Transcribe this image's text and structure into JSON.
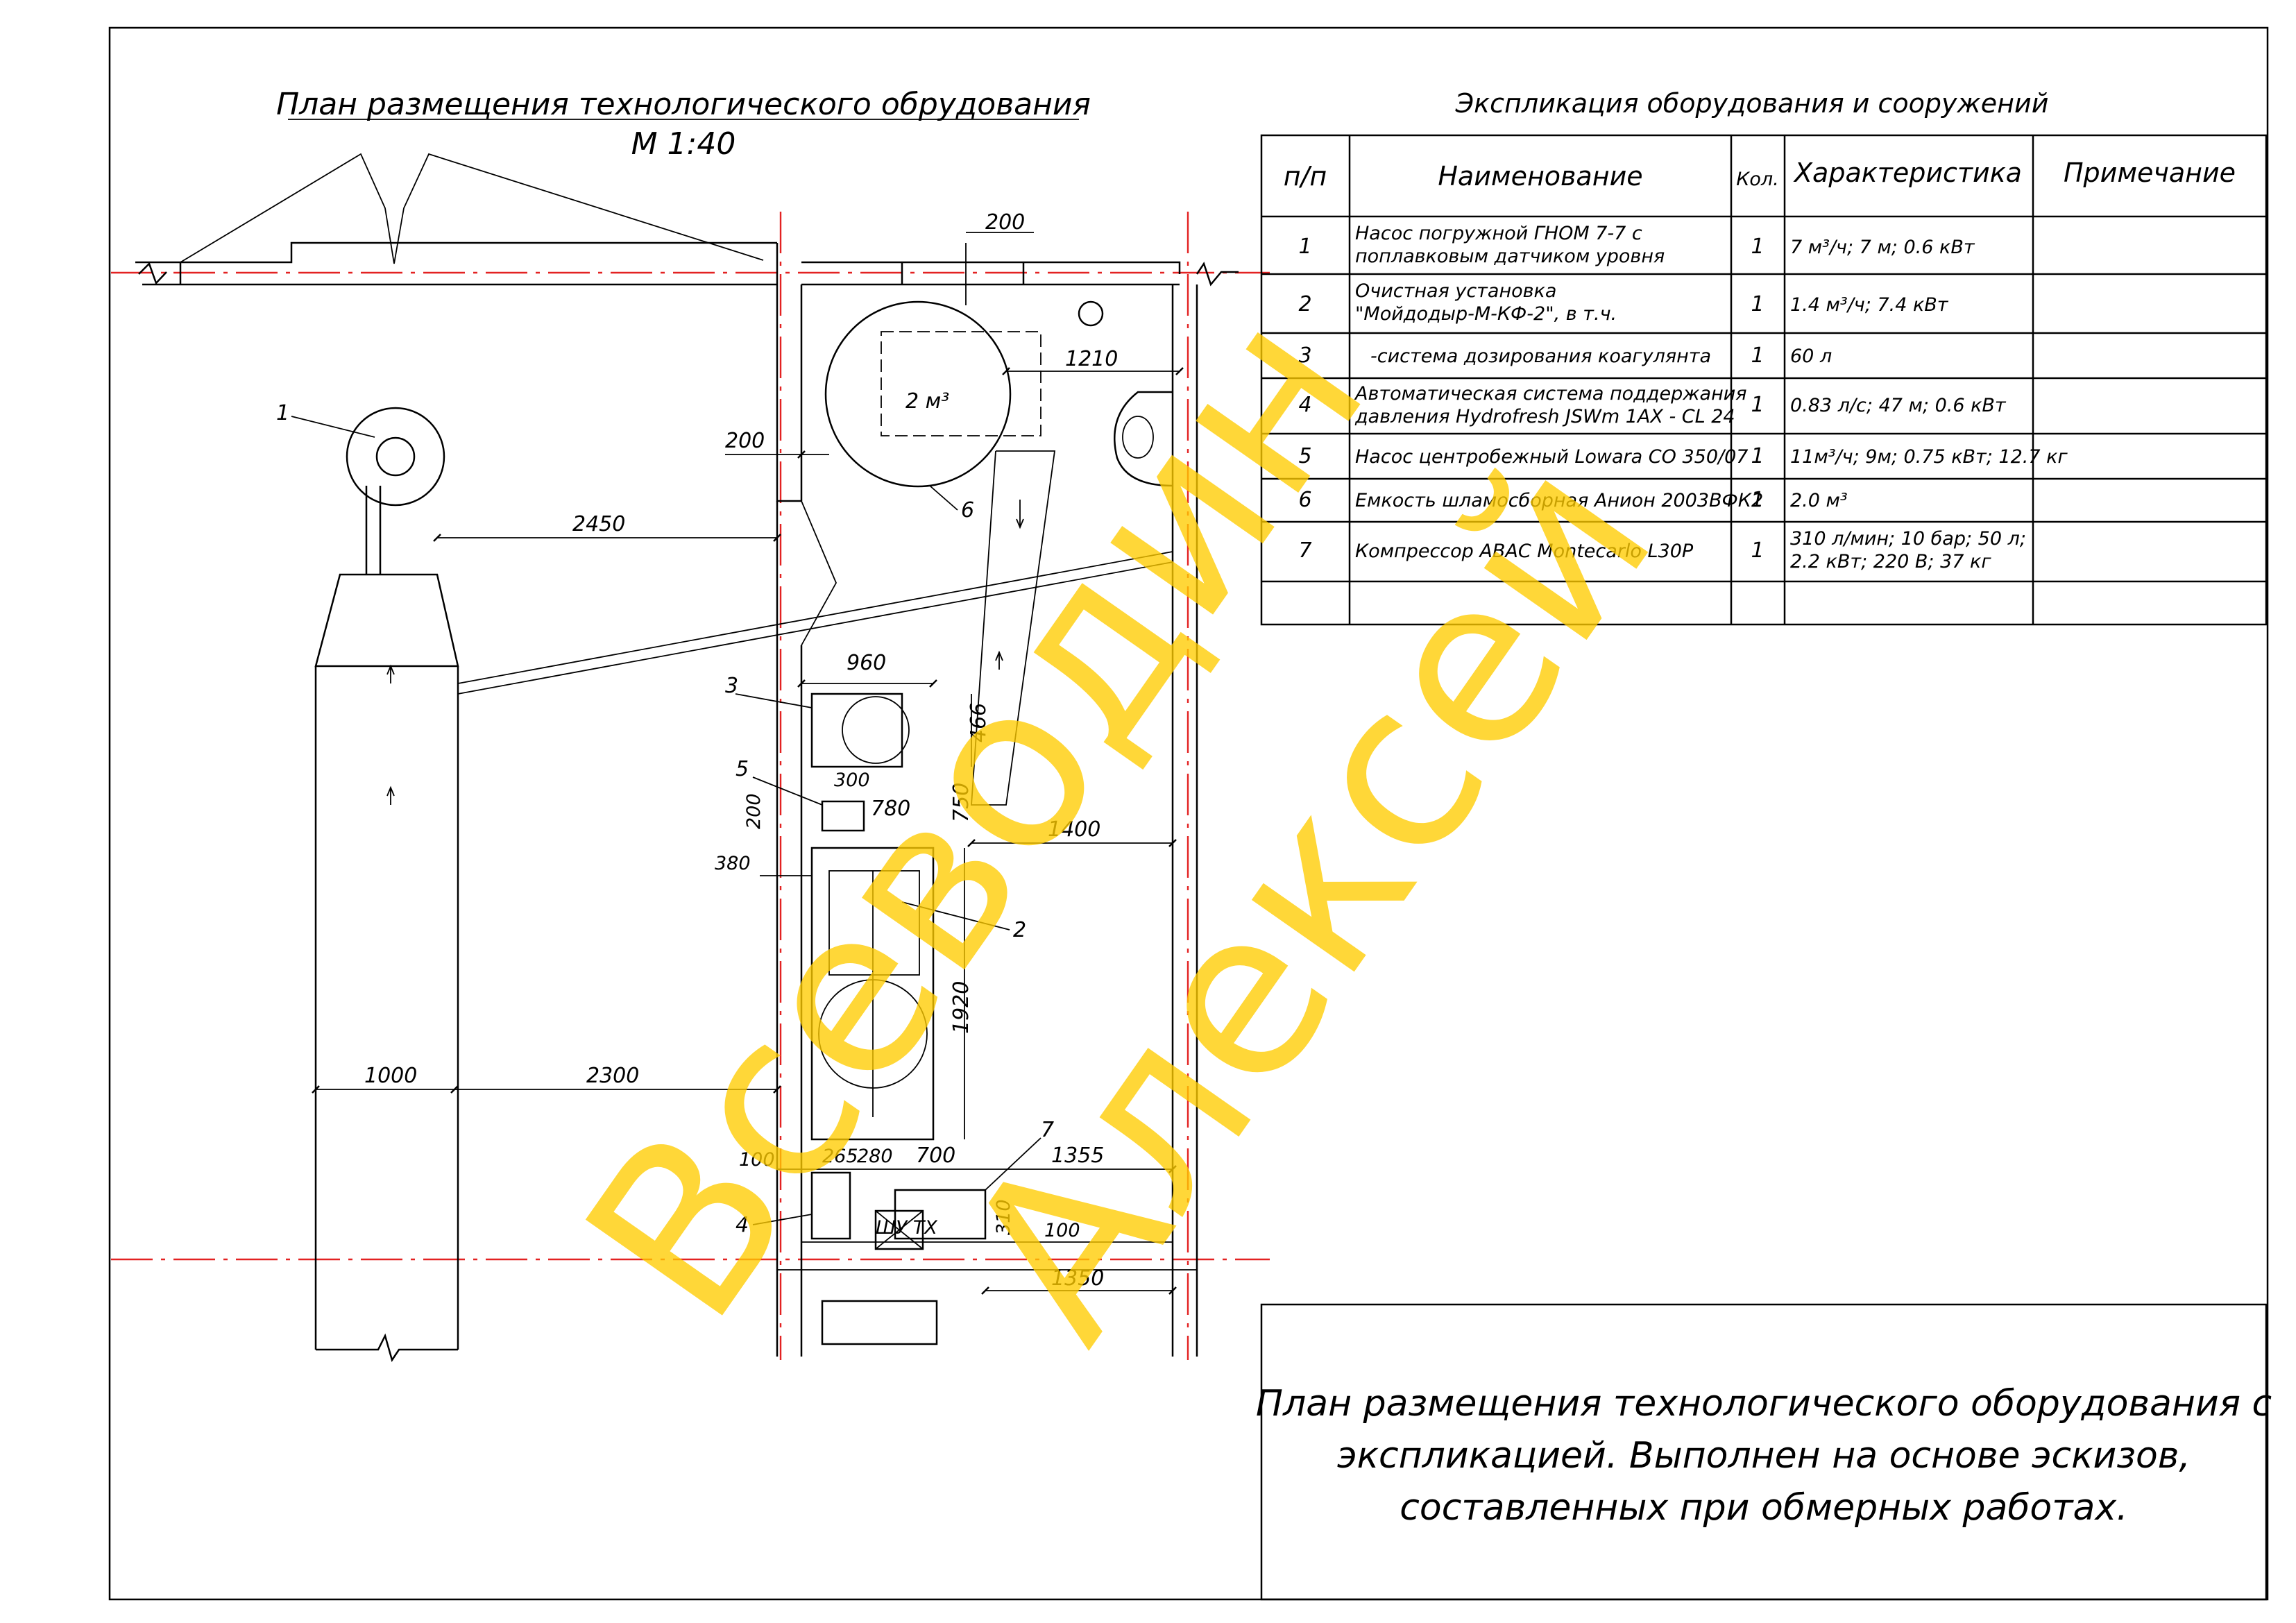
{
  "drawing": {
    "title": "План размещения технологического обрудования",
    "scale": "М 1:40",
    "area_label": "2 м³",
    "dimensions": {
      "d200_top": "200",
      "d1210": "1210",
      "d200_left": "200",
      "d2450": "2450",
      "d960": "960",
      "d466": "466",
      "d300": "300",
      "d780": "780",
      "d200_small": "200",
      "d750": "750",
      "d1400": "1400",
      "d380": "380",
      "d1920": "1920",
      "d1000": "1000",
      "d2300": "2300",
      "d100_left": "100",
      "d265": "265",
      "d280": "280",
      "d700": "700",
      "d1355": "1355",
      "d310": "310",
      "d100_right": "100",
      "d1350": "1350"
    },
    "callouts": [
      "1",
      "2",
      "3",
      "4",
      "5",
      "6",
      "7"
    ],
    "cabinet_label": "ШУ ТХ"
  },
  "explication": {
    "title": "Экспликация оборудования и сооружений",
    "headers": [
      "п/п",
      "Наименование",
      "Кол.",
      "Характеристика",
      "Примечание"
    ],
    "rows": [
      {
        "n": "1",
        "name": [
          "Насос погружной ГНОМ 7-7 с",
          "поплавковым датчиком уровня"
        ],
        "qty": "1",
        "spec": [
          "7 м³/ч; 7 м; 0.6 кВт"
        ],
        "note": ""
      },
      {
        "n": "2",
        "name": [
          "Очистная установка",
          "\"Мойдодыр-М-КФ-2\", в т.ч."
        ],
        "qty": "1",
        "spec": [
          "1.4 м³/ч; 7.4 кВт"
        ],
        "note": ""
      },
      {
        "n": "3",
        "name": [
          "-система дозирования коагулянта"
        ],
        "qty": "1",
        "spec": [
          "60 л"
        ],
        "note": ""
      },
      {
        "n": "4",
        "name": [
          "Автоматическая система поддержания",
          "давления Hydrofresh JSWm 1AX - CL 24"
        ],
        "qty": "1",
        "spec": [
          "0.83 л/с; 47 м; 0.6 кВт"
        ],
        "note": ""
      },
      {
        "n": "5",
        "name": [
          "Насос центробежный Lowara CO 350/07"
        ],
        "qty": "1",
        "spec": [
          "11м³/ч; 9м; 0.75 кВт; 12.7 кг"
        ],
        "note": ""
      },
      {
        "n": "6",
        "name": [
          "Емкость шламосборная Анион 2003ВФК2"
        ],
        "qty": "1",
        "spec": [
          "2.0 м³"
        ],
        "note": ""
      },
      {
        "n": "7",
        "name": [
          "Компрессор ABAC Montecarlo L30P"
        ],
        "qty": "1",
        "spec": [
          "310 л/мин; 10 бар; 50 л;",
          "2.2 кВт; 220 В; 37 кг"
        ],
        "note": ""
      },
      {
        "n": "",
        "name": [
          ""
        ],
        "qty": "",
        "spec": [
          ""
        ],
        "note": ""
      }
    ]
  },
  "note": {
    "lines": [
      "План размещения технологического оборудования с",
      "экспликацией. Выполнен на основе эскизов,",
      "составленных при обмерных работах."
    ]
  },
  "watermark": {
    "line1": "Всеводин",
    "line2": "Алексей",
    "color": "#ffcc00"
  },
  "colors": {
    "axis": "#e32222",
    "line": "#000000"
  }
}
